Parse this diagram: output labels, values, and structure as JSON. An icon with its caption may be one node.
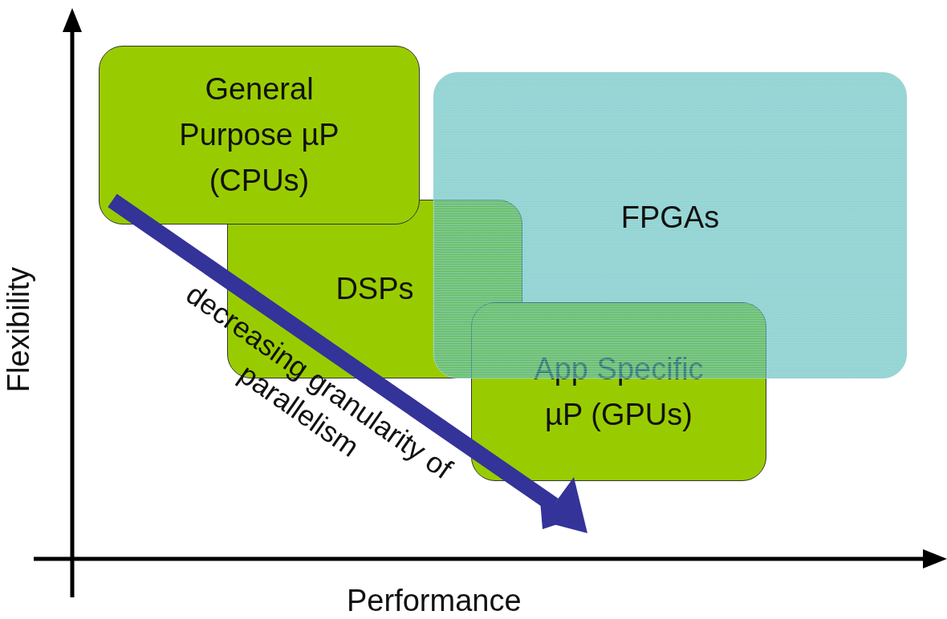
{
  "diagram": {
    "nodes": [
      {
        "text": [
          "General Purpose µP (CPUs)"
        ]
      },
      {
        "text": [
          "DSPs"
        ]
      },
      {
        "text": [
          "App Specific µP (GPUs)"
        ]
      },
      {
        "text": [
          "FPGAs"
        ]
      }
    ],
    "labels": [
      "Flexibility",
      "Performance",
      "decreasing granularity of parallelism"
    ]
  }
}
